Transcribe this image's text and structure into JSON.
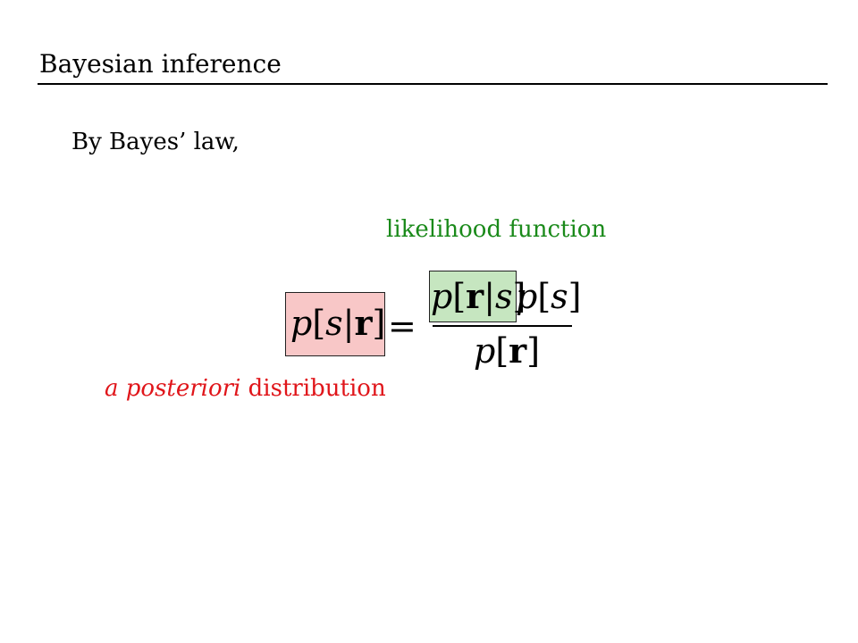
{
  "slide": {
    "title": "Bayesian inference",
    "intro": "By Bayes’ law,"
  },
  "labels": {
    "likelihood": "likelihood function",
    "posterior_italic": "a posteriori",
    "posterior_rest": " distribution"
  },
  "formula": {
    "posterior": {
      "p": "p",
      "open": "[",
      "s": "s",
      "bar": "|",
      "r": "r",
      "close": "]"
    },
    "equals": "=",
    "likelihood": {
      "p": "p",
      "open": "[",
      "r": "r",
      "bar": "|",
      "s": "s",
      "close": "]"
    },
    "prior": {
      "p": "p",
      "open": "[",
      "s": "s",
      "close": "]"
    },
    "evidence": {
      "p": "p",
      "open": "[",
      "r": "r",
      "close": "]"
    }
  },
  "colors": {
    "likelihood_text": "#1a8a1a",
    "posterior_text": "#e0151a",
    "likelihood_highlight": "#c6e6c0",
    "posterior_highlight": "#f8c7c7"
  }
}
